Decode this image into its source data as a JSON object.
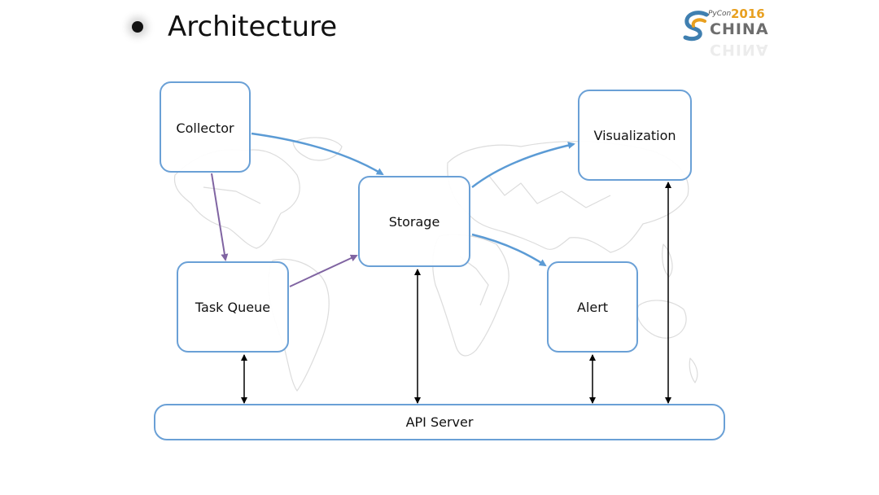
{
  "slide": {
    "title": "Architecture"
  },
  "logo": {
    "small_text": "PyCon",
    "year": "2016",
    "word": "CHINA"
  },
  "diagram": {
    "nodes": {
      "collector": "Collector",
      "visualization": "Visualization",
      "storage": "Storage",
      "task_queue": "Task Queue",
      "alert": "Alert",
      "api_server": "API Server"
    },
    "colors": {
      "box_border": "#6aa0d6",
      "data_arrow": "#5b9bd5",
      "queue_arrow": "#8064a2",
      "api_arrow": "#000000",
      "map": "#dcdcdc"
    }
  }
}
